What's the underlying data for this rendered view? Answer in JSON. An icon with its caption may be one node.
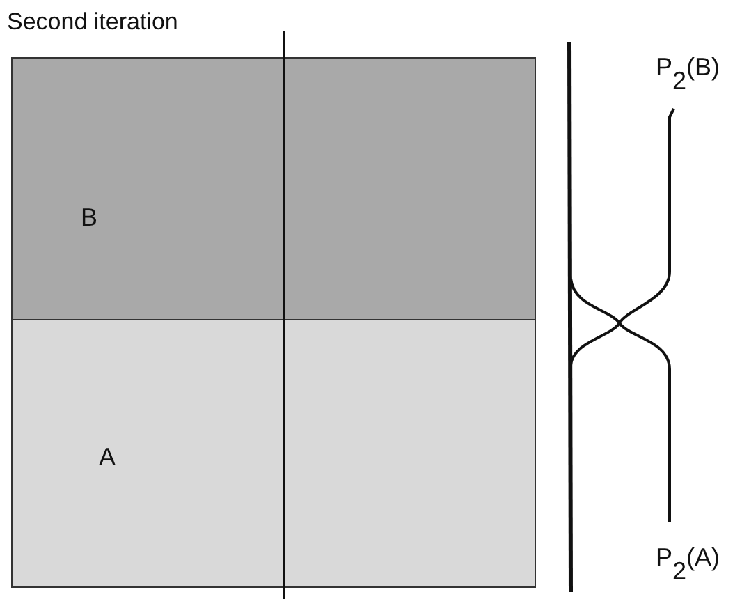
{
  "diagram": {
    "title": "Second iteration",
    "nodes": [
      {
        "text": [
          "B"
        ]
      },
      {
        "text": [
          "A"
        ]
      }
    ],
    "labels": [
      "P$_{2}$(B)",
      "P$_{2}$(A)"
    ]
  }
}
